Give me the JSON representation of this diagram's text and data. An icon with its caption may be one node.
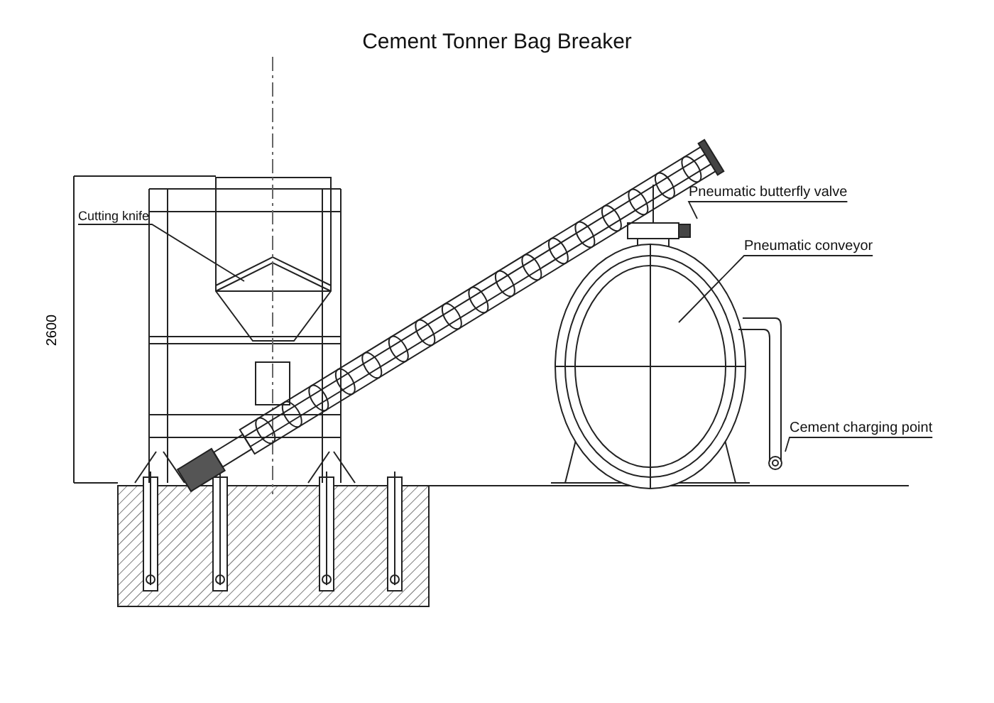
{
  "diagram": {
    "title": "Cement Tonner Bag Breaker",
    "nodes": [
      {
        "text": [
          "Cutting knife"
        ]
      },
      {
        "text": [
          "Pneumatic butterfly valve"
        ]
      },
      {
        "text": [
          "Pneumatic conveyor"
        ]
      },
      {
        "text": [
          "Cement charging point"
        ]
      }
    ],
    "edges": [
      {
        "from": 0,
        "to": null,
        "arrow": "none"
      },
      {
        "from": 1,
        "to": null,
        "arrow": "none"
      },
      {
        "from": 2,
        "to": null,
        "arrow": "none"
      },
      {
        "from": 3,
        "to": null,
        "arrow": "none"
      }
    ],
    "labels": [
      "2600"
    ]
  }
}
